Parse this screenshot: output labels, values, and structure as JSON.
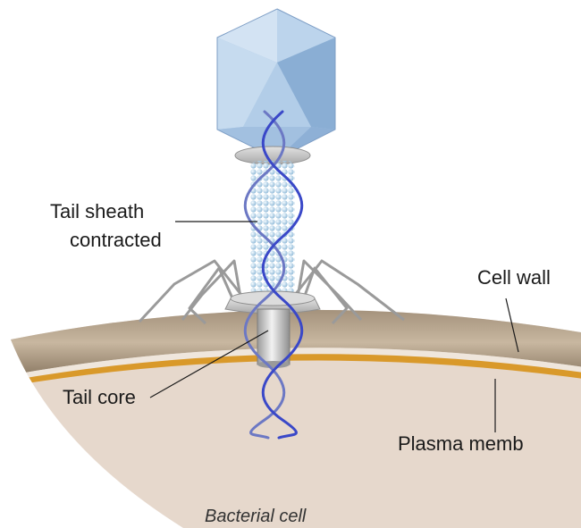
{
  "labels": {
    "tail_sheath_line1": "Tail sheath",
    "tail_sheath_line2": "contracted",
    "cell_wall": "Cell wall",
    "tail_core": "Tail core",
    "plasma_membrane": "Plasma memb",
    "bacterial_cell": "Bacterial cell"
  },
  "colors": {
    "capsid_light": "#c9dcef",
    "capsid_mid": "#a9c6e4",
    "capsid_dark": "#86a9d0",
    "cell_wall": "#9c8a72",
    "cytoplasm": "#e6d8cc",
    "plasma_membrane": "#d9992a",
    "dna": "#3a48c8",
    "sheath_beads": "#bcd8ec",
    "tail_fibers": "#9a9a9a",
    "baseplate": "#c7c7c7"
  }
}
